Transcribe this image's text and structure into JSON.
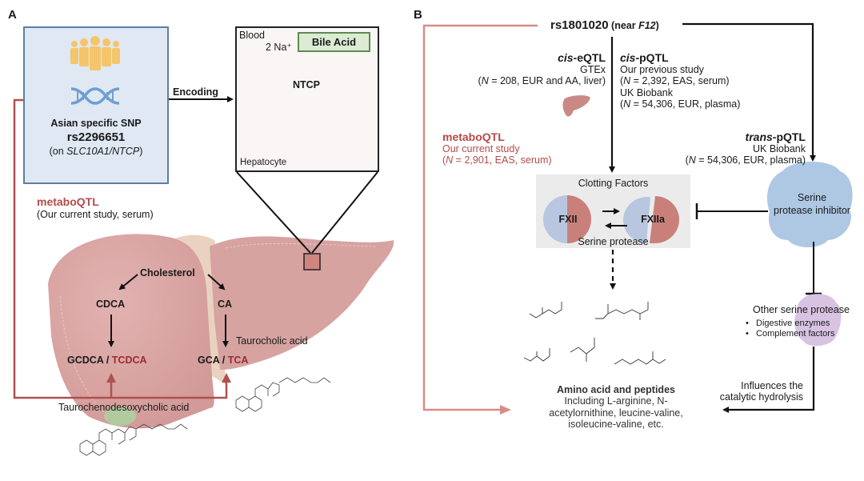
{
  "panel_a": {
    "label": "A",
    "snp_box": {
      "people_icon": "people-group-icon",
      "dna_icon": "dna-helix-icon",
      "title": "Asian specific SNP",
      "snp": "rs2296651",
      "gene_prefix": "(on ",
      "gene": "SLC10A1/NTCP",
      "gene_suffix": ")"
    },
    "encoding_label": "Encoding",
    "blood_box": {
      "blood_label": "Blood",
      "sodium_label": "2 Na⁺",
      "bile_acid_label": "Bile Acid",
      "transporter_label": "NTCP",
      "cell_label": "Hepatocyte"
    },
    "metaboqtl": {
      "title": "metaboQTL",
      "subtitle": "(Our current study, serum)"
    },
    "pathway": {
      "cholesterol": "Cholesterol",
      "cdca": "CDCA",
      "ca": "CA",
      "gcdca": "GCDCA",
      "tcdca": "TCDCA",
      "gca": "GCA",
      "tca": "TCA",
      "separator": " / ",
      "taurocholic_label": "Taurocholic acid",
      "taurochenodeoxycholic_label": "Taurochenodesoxycholic acid"
    },
    "colors": {
      "snp_fill": "#dfe8f3",
      "snp_border": "#5a7fa8",
      "people": "#f4c56a",
      "dna": "#6e9fd0",
      "liver": "#d9a4a2",
      "liver_connective": "#ead2c0",
      "metaboqtl_line": "#b0504e",
      "highlight_red": "#9b2a2f",
      "bile_fill": "#dcebd4",
      "bile_border": "#5e8c4e",
      "ntcp_fill": "#dbe7f4",
      "cell_fill": "#e9c2c0",
      "cell_border": "#b86a6a",
      "nucleus": "#cf7d78"
    }
  },
  "panel_b": {
    "label": "B",
    "snp": "rs1801020",
    "snp_note_prefix": " (near ",
    "snp_note_gene": "F12",
    "snp_note_suffix": ")",
    "cis_eqtl": {
      "title_italic": "cis",
      "title_rest": "-eQTL",
      "source": "GTEx",
      "n_prefix": "(",
      "n_label": "N",
      "n_rest": " = 208, EUR and AA, liver)",
      "icon": "liver-icon"
    },
    "cis_pqtl": {
      "title_italic": "cis",
      "title_rest": "-pQTL",
      "source1": "Our previous study",
      "n1_rest": " = 2,392, EAS, serum)",
      "source2": "UK Biobank",
      "n2_rest": " = 54,306, EUR, plasma)",
      "n_label": "N"
    },
    "trans_pqtl": {
      "title_italic": "trans",
      "title_rest": "-pQTL",
      "source": "UK Biobank",
      "n_label": "N",
      "n_rest": " = 54,306, EUR, plasma)"
    },
    "metaboqtl": {
      "title": "metaboQTL",
      "source": "Our current study",
      "n_label": "N",
      "n_rest": " = 2,901, EAS, serum)"
    },
    "clotting": {
      "title": "Clotting Factors",
      "factor1": "FXII",
      "factor2": "FXIIa",
      "footer": "Serine protease"
    },
    "inhibitor": {
      "label_line1": "Serine",
      "label_line2": "protease inhibitor"
    },
    "other_protease": {
      "title": "Other serine protease",
      "bullets": [
        "Digestive enzymes",
        "Complement factors"
      ]
    },
    "influence": {
      "line1": "Influences the",
      "line2": "catalytic hydrolysis"
    },
    "amino": {
      "title": "Amino acid and peptides",
      "line1": "Including L-arginine, N-",
      "line2": "acetylornithine, leucine-valine,",
      "line3": "isoleucine-valine, etc."
    },
    "colors": {
      "metaboqtl_line": "#d98b86",
      "metaboqtl_text": "#b44a4a",
      "clot_box": "#ebebeb",
      "blue_half": "#b8c6e0",
      "red_half": "#c9807a",
      "inhibitor_cloud": "#aec8e4",
      "other_cloud": "#d9c3e3"
    }
  }
}
